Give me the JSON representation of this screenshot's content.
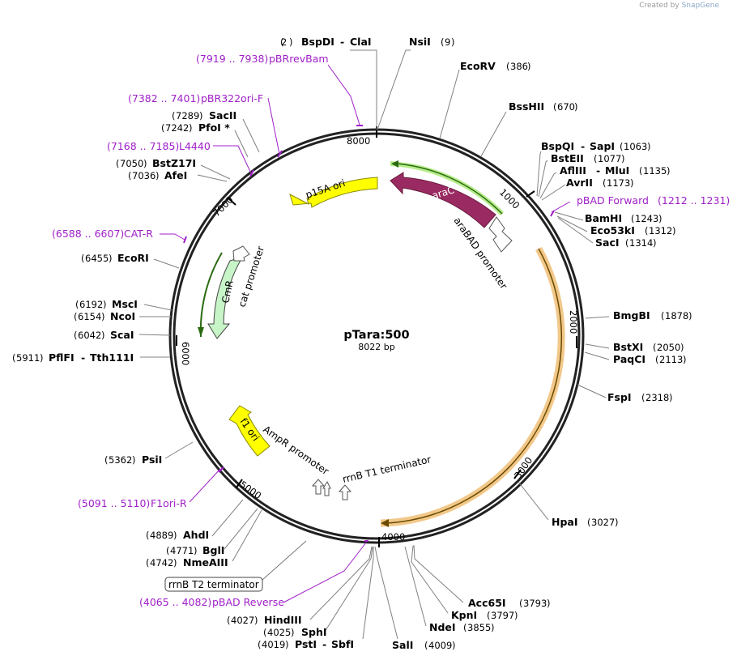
{
  "credit": {
    "prefix": "Created by",
    "brand": "SnapGene"
  },
  "plasmid": {
    "name": "pTara:500",
    "length_label": "8022 bp"
  },
  "ticks": [
    "1000",
    "2000",
    "3000",
    "4000",
    "5000",
    "6000",
    "7000",
    "8000"
  ],
  "sites": [
    {
      "name": "BspDI",
      "extra": "ClaI",
      "pos": "2"
    },
    {
      "name": "NsiI",
      "pos": "9"
    },
    {
      "name": "EcoRV",
      "pos": "386"
    },
    {
      "name": "BssHII",
      "pos": "670"
    },
    {
      "name": "BspQI",
      "extra": "SapI",
      "pos": "1063"
    },
    {
      "name": "BstEII",
      "pos": "1077"
    },
    {
      "name": "AflIII",
      "extra": "MluI",
      "pos": "1135"
    },
    {
      "name": "AvrII",
      "pos": "1173"
    },
    {
      "name": "BamHI",
      "pos": "1243"
    },
    {
      "name": "Eco53kI",
      "pos": "1312"
    },
    {
      "name": "SacI",
      "pos": "1314"
    },
    {
      "name": "BmgBI",
      "pos": "1878"
    },
    {
      "name": "BstXI",
      "pos": "2050"
    },
    {
      "name": "PaqCI",
      "pos": "2113"
    },
    {
      "name": "FspI",
      "pos": "2318"
    },
    {
      "name": "HpaI",
      "pos": "3027"
    },
    {
      "name": "Acc65I",
      "pos": "3793"
    },
    {
      "name": "KpnI",
      "pos": "3797"
    },
    {
      "name": "NdeI",
      "pos": "3855"
    },
    {
      "name": "SalI",
      "pos": "4009"
    },
    {
      "name": "PstI",
      "extra": "SbfI",
      "pos": "4019"
    },
    {
      "name": "SphI",
      "pos": "4025"
    },
    {
      "name": "HindIII",
      "pos": "4027"
    },
    {
      "name": "NmeAIII",
      "pos": "4742"
    },
    {
      "name": "BglI",
      "pos": "4771"
    },
    {
      "name": "AhdI",
      "pos": "4889"
    },
    {
      "name": "PsiI",
      "pos": "5362"
    },
    {
      "name": "PflFI",
      "extra": "Tth111I",
      "pos": "5911"
    },
    {
      "name": "ScaI",
      "pos": "6042"
    },
    {
      "name": "NcoI",
      "pos": "6154"
    },
    {
      "name": "MscI",
      "pos": "6192"
    },
    {
      "name": "EcoRI",
      "pos": "6455"
    },
    {
      "name": "AfeI",
      "pos": "7036"
    },
    {
      "name": "BstZ17I",
      "pos": "7050"
    },
    {
      "name": "PfoI *",
      "pos": "7242"
    },
    {
      "name": "SacII",
      "pos": "7289"
    }
  ],
  "primers": [
    {
      "name": "pBRrevBam",
      "range": "(7919 .. 7938)"
    },
    {
      "name": "pBR322ori-F",
      "range": "(7382 .. 7401)"
    },
    {
      "name": "L4440",
      "range": "(7168 .. 7185)"
    },
    {
      "name": "CAT-R",
      "range": "(6588 .. 6607)"
    },
    {
      "name": "pBAD Forward",
      "range": "(1212 .. 1231)"
    },
    {
      "name": "F1ori-R",
      "range": "(5091 .. 5110)"
    },
    {
      "name": "pBAD Reverse",
      "range": "(4065 .. 4082)"
    }
  ],
  "features": [
    {
      "name": "araC",
      "color": "#9a2b62"
    },
    {
      "name": "araBAD promoter"
    },
    {
      "name": "p15A ori",
      "color": "#ffff00"
    },
    {
      "name": "CmR",
      "color": "#c8f5c8"
    },
    {
      "name": "cat promoter"
    },
    {
      "name": "f1 ori",
      "color": "#ffff00"
    },
    {
      "name": "AmpR promoter"
    },
    {
      "name": "rrnB T1 terminator"
    },
    {
      "name": "rrnB T2 terminator"
    }
  ],
  "colors": {
    "primer": "#a020c8",
    "orf_highlight": "#f2c88a",
    "orf_line": "#6a4a00",
    "green_glow": "#b6ec8a"
  }
}
